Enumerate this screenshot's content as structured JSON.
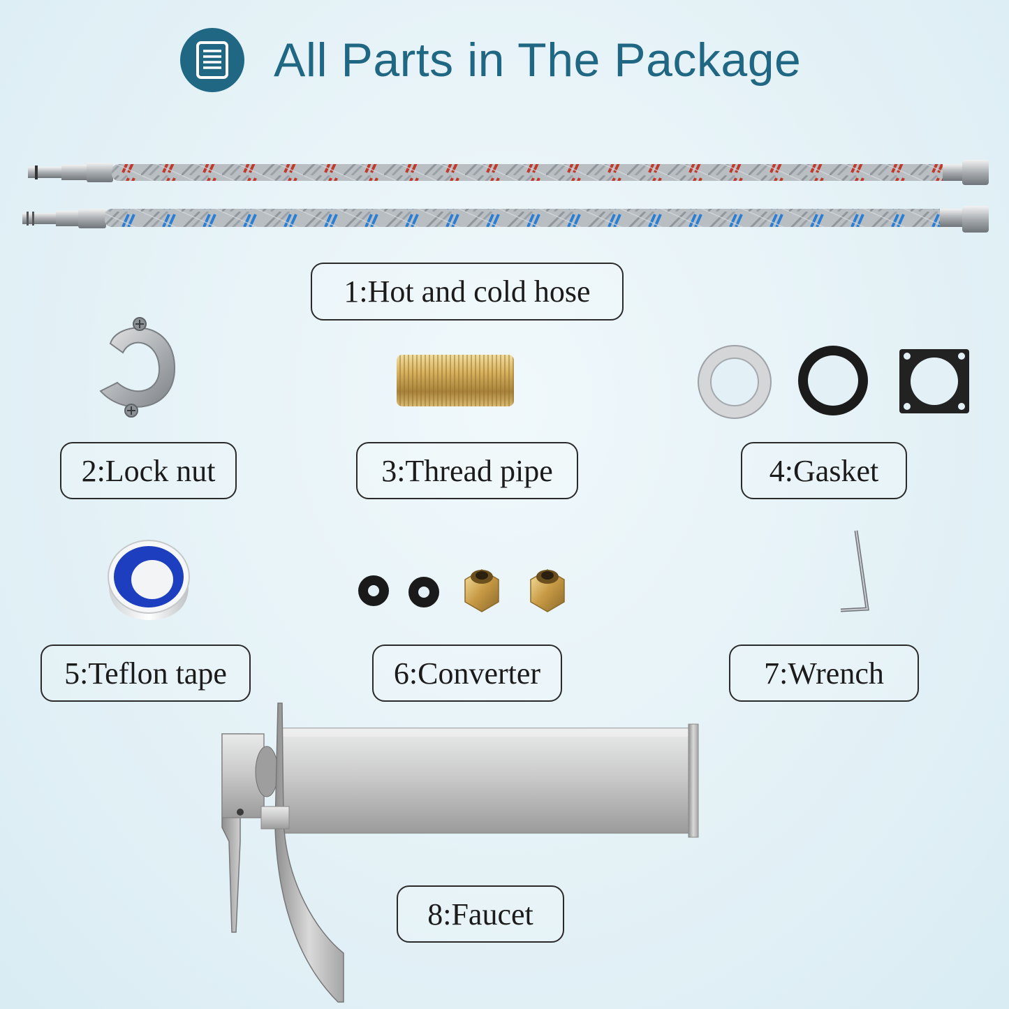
{
  "header": {
    "title": "All Parts in The Package",
    "icon": "document-list-icon"
  },
  "colors": {
    "accent": "#1f6783",
    "label_border": "#2a2a2a"
  },
  "parts": [
    {
      "label": "1:Hot and cold hose",
      "icon": "braided-hose-icon"
    },
    {
      "label": "2:Lock nut",
      "icon": "lock-nut-icon"
    },
    {
      "label": "3:Thread pipe",
      "icon": "thread-pipe-icon"
    },
    {
      "label": "4:Gasket",
      "icon": "gasket-icon"
    },
    {
      "label": "5:Teflon tape",
      "icon": "teflon-tape-icon"
    },
    {
      "label": "6:Converter",
      "icon": "converter-icon"
    },
    {
      "label": "7:Wrench",
      "icon": "hex-wrench-icon"
    },
    {
      "label": "8:Faucet",
      "icon": "waterfall-faucet-icon"
    }
  ]
}
